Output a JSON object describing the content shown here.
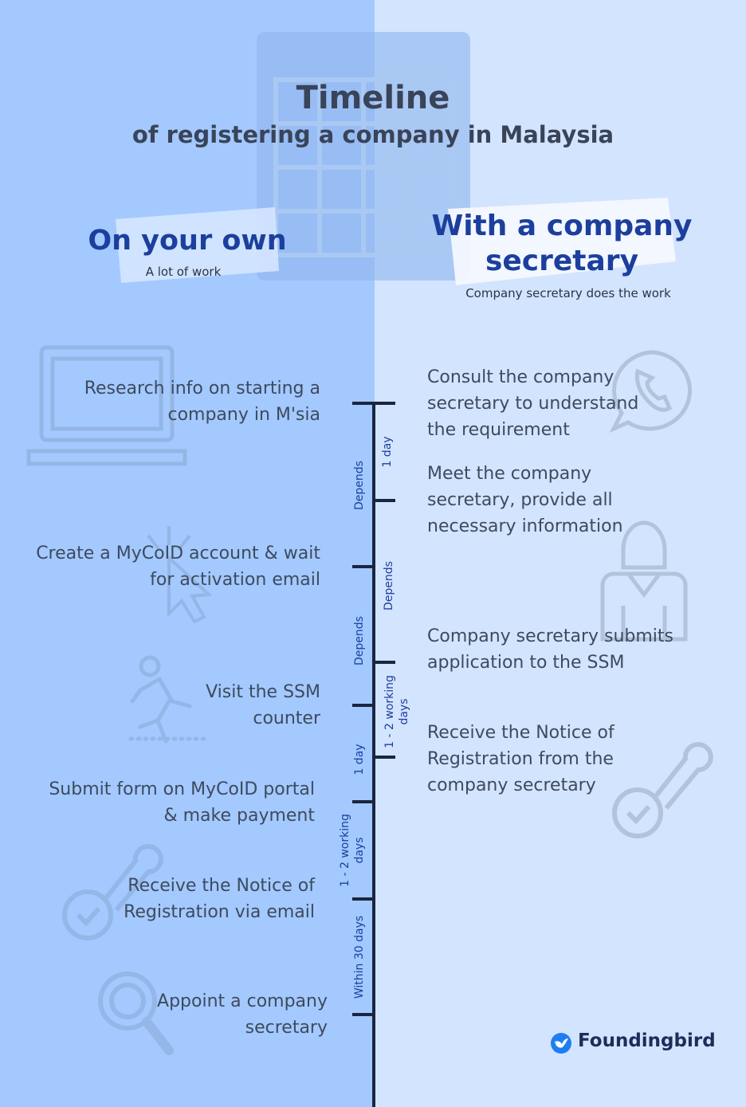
{
  "header": {
    "title": "Timeline",
    "subtitle": "of registering a company in Malaysia"
  },
  "left": {
    "heading": "On your own",
    "tagline": "A lot of work",
    "steps": [
      "Research info on starting a company in M'sia",
      "Create a MyCoID account & wait for activation email",
      "Visit the SSM counter",
      "Submit  form on MyCoID portal & make payment",
      "Receive the Notice of Registration via email",
      "Appoint a company secretary"
    ],
    "durations": [
      "Depends",
      "Depends",
      "1 day",
      "1 - 2 working days",
      "Within 30 days"
    ]
  },
  "right": {
    "heading": "With a company secretary",
    "tagline": "Company secretary does the work",
    "steps": [
      "Consult the company secretary to understand the requirement",
      "Meet the company secretary, provide all necessary information",
      "Company secretary submits application to the SSM",
      "Receive the Notice of Registration from the company secretary"
    ],
    "durations": [
      "1 day",
      "Depends",
      "1 - 2 working days"
    ]
  },
  "brand": {
    "name": "Foundingbird"
  },
  "colors": {
    "left_bg": "#a3c9ff",
    "right_bg": "#d3e4ff",
    "heading": "#1c3f9e",
    "timeline": "#1a2540",
    "brand_icon": "#1e7ef0"
  },
  "icons": [
    "calendar-icon",
    "laptop-icon",
    "cursor-icon",
    "running-person-icon",
    "stamp-icon",
    "magnifier-icon",
    "phone-chat-icon",
    "secretary-icon"
  ]
}
